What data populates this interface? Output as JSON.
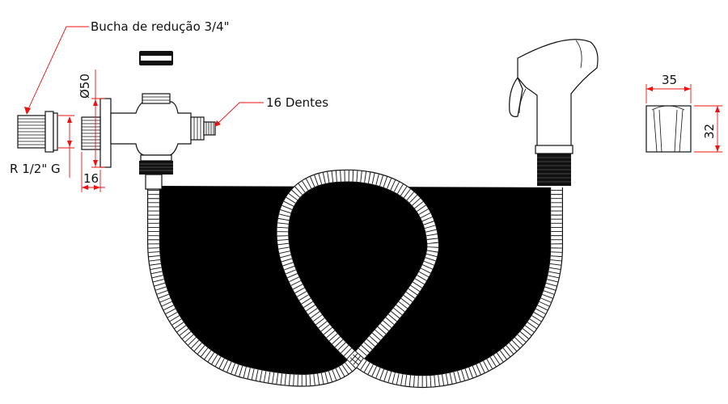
{
  "labels": {
    "reduction_bushing": "Bucha de redução 3/4\"",
    "teeth": "16 Dentes",
    "thread": "R 1/2\" G",
    "diameter": "Ø50",
    "depth": "16",
    "holder_width": "35",
    "holder_height": "32"
  },
  "colors": {
    "dimension": "#e11111",
    "line": "#111111"
  }
}
